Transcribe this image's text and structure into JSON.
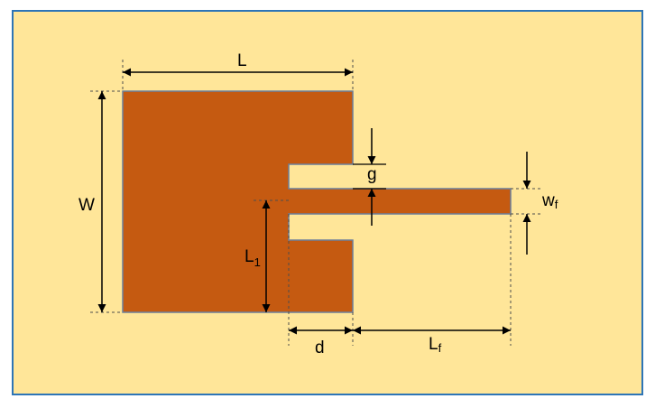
{
  "colors": {
    "background": "#ffe699",
    "border": "#2e75b6",
    "patch": "#c55a11",
    "patch_edge": "#6d7f9a",
    "dimension_line": "#000000",
    "guide_line": "#4d4d4d"
  },
  "labels": {
    "L": "L",
    "W": "W",
    "g": "g",
    "L1_main": "L",
    "L1_sub": "1",
    "wf_main": "w",
    "wf_sub": "f",
    "d": "d",
    "Lf_main": "L",
    "Lf_sub": "f"
  }
}
